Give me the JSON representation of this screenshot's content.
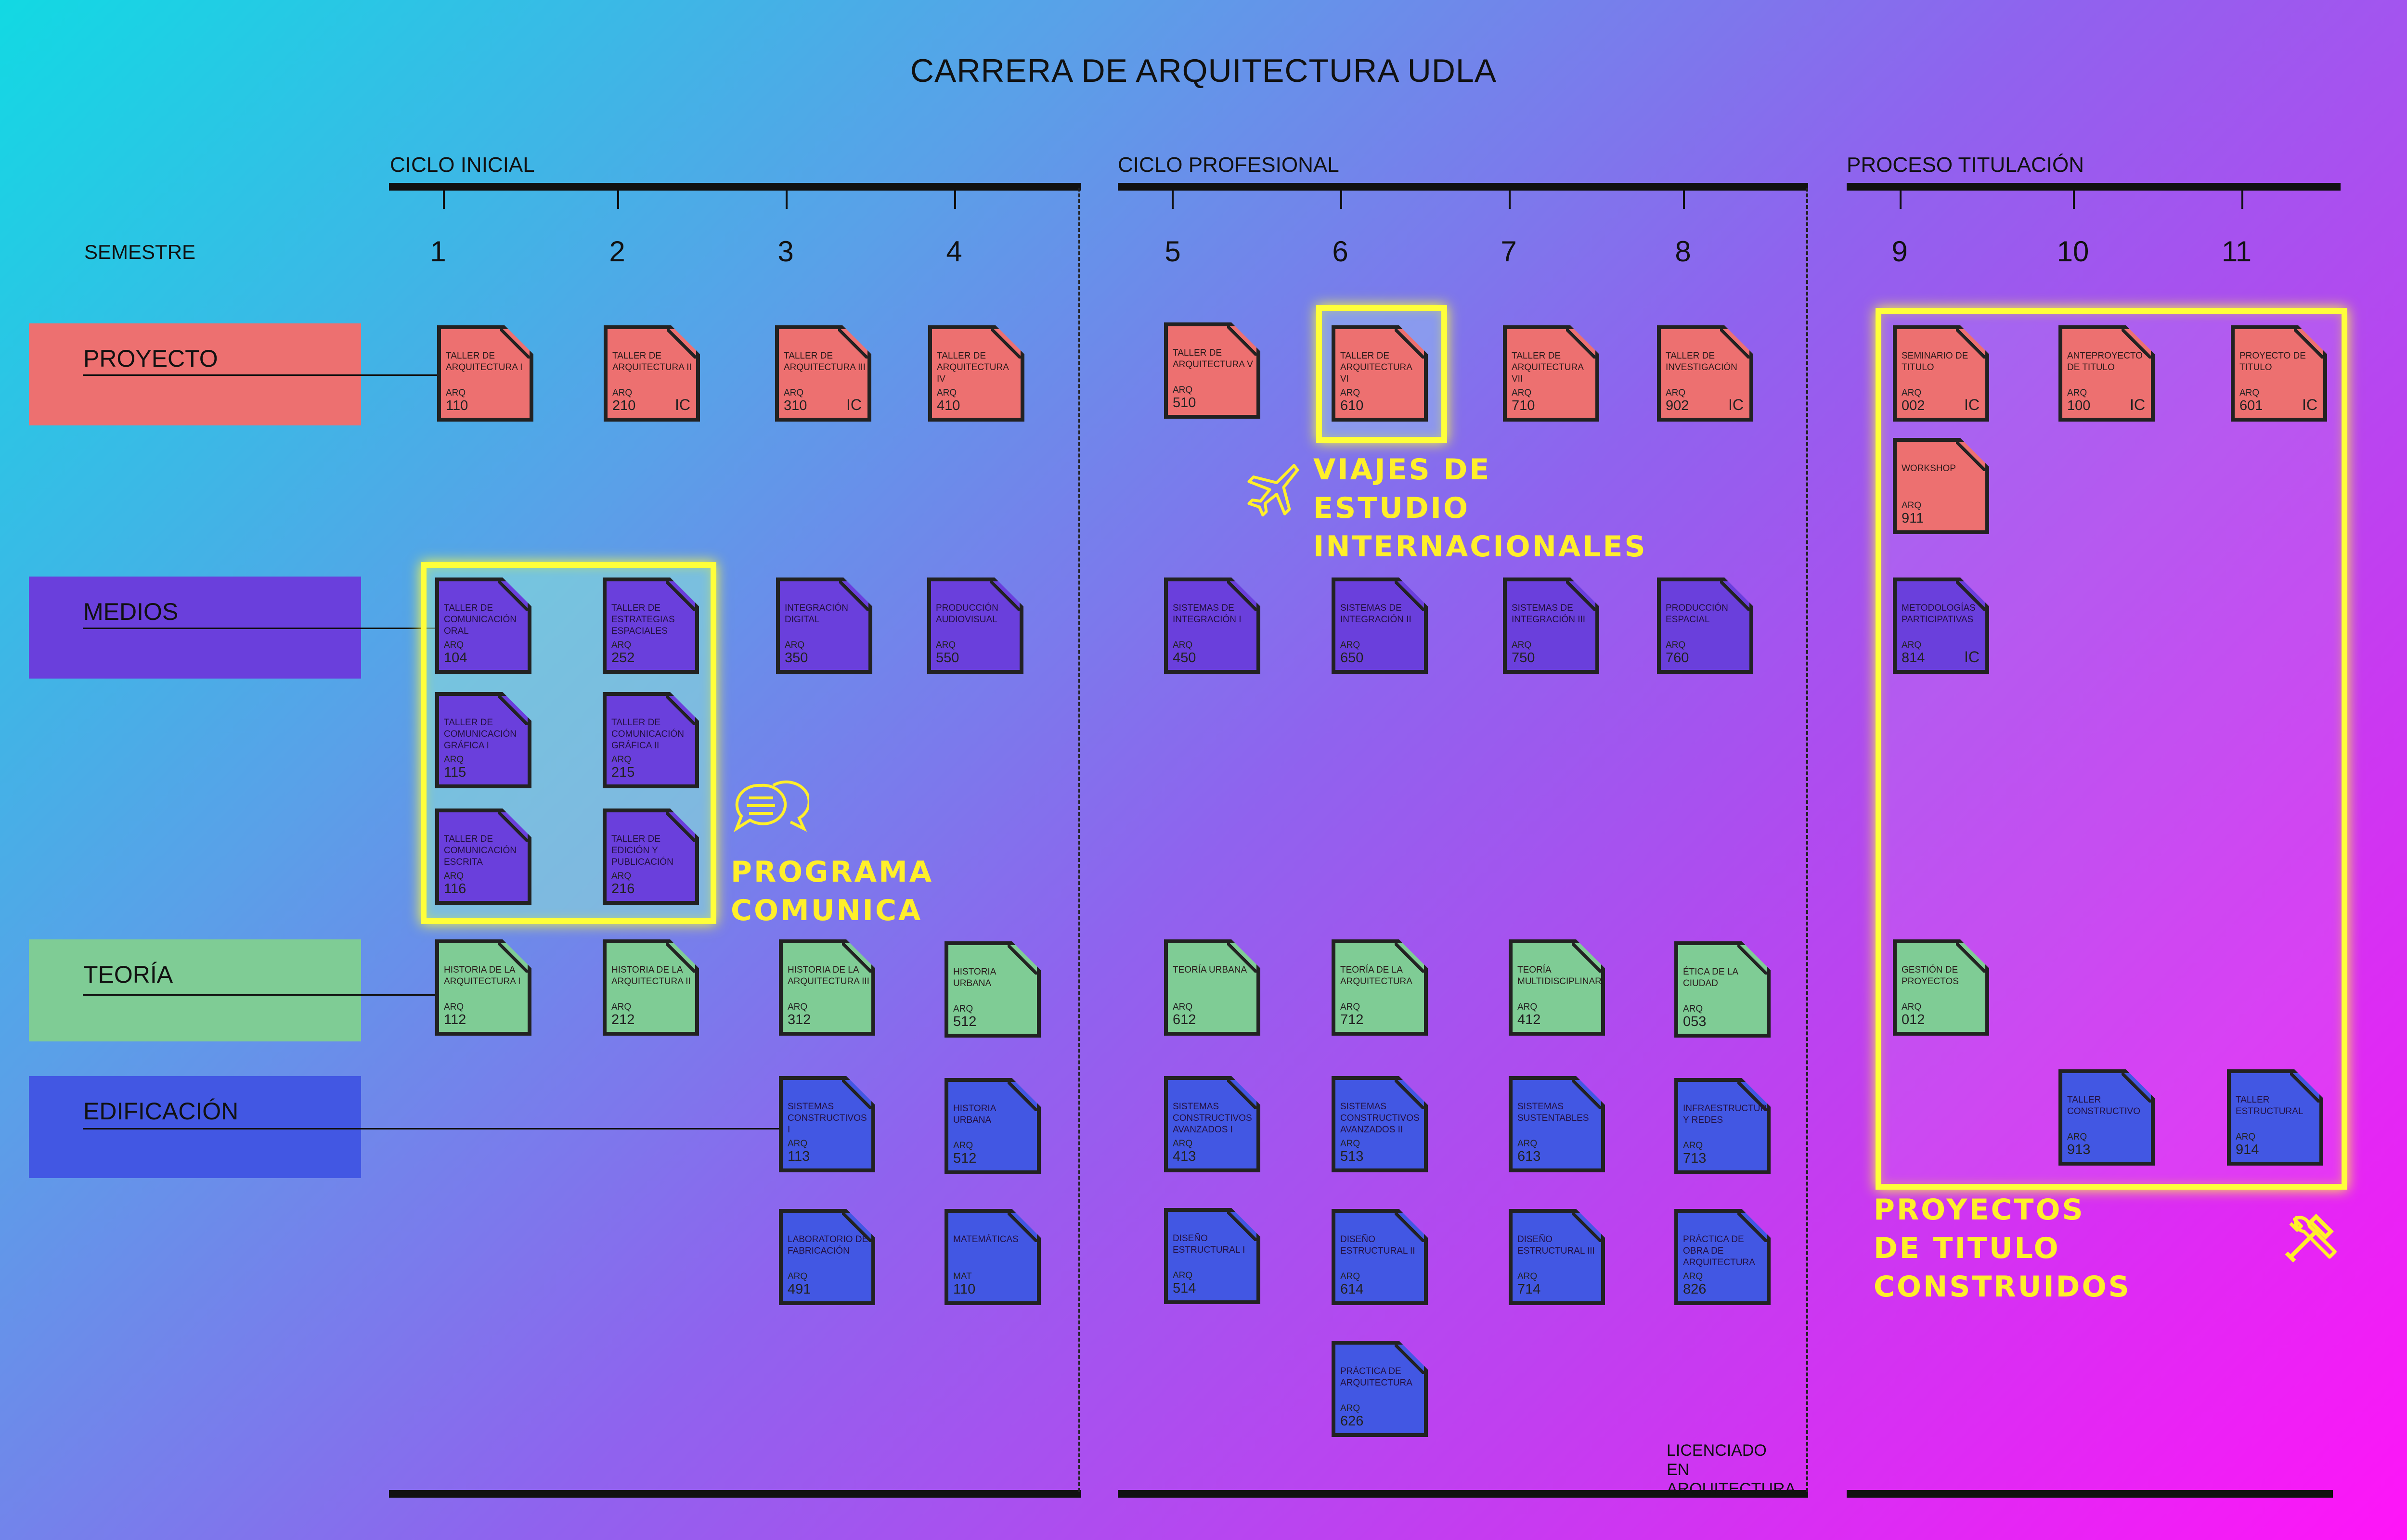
{
  "title": "CARRERA DE ARQUITECTURA UDLA",
  "semester_label": "SEMESTRE",
  "cycles": [
    {
      "label": "CICLO INICIAL"
    },
    {
      "label": "CICLO PROFESIONAL"
    },
    {
      "label": "PROCESO TITULACIÓN"
    }
  ],
  "semesters": [
    "1",
    "2",
    "3",
    "4",
    "5",
    "6",
    "7",
    "8",
    "9",
    "10",
    "11"
  ],
  "categories": [
    {
      "label": "PROYECTO",
      "color": "#ed7070"
    },
    {
      "label": "MEDIOS",
      "color": "#6a3fdc"
    },
    {
      "label": "TEORÍA",
      "color": "#7fcc95"
    },
    {
      "label": "EDIFICACIÓN",
      "color": "#4257e3"
    }
  ],
  "highlights": {
    "viajes": "VIAJES DE ESTUDIO INTERNACIONALES",
    "comunica": "PROGRAMA COMUNICA",
    "titulo": "PROYECTOS DE TITULO CONSTRUIDOS",
    "color": "#ffff3a"
  },
  "degree_label": "LICENCIADO EN ARQUITECTURA",
  "courses": [
    {
      "name": "TALLER DE ARQUITECTURA I",
      "prefix": "ARQ",
      "code": "110",
      "ic": ""
    },
    {
      "name": "TALLER DE ARQUITECTURA II",
      "prefix": "ARQ",
      "code": "210",
      "ic": "IC"
    },
    {
      "name": "TALLER DE ARQUITECTURA III",
      "prefix": "ARQ",
      "code": "310",
      "ic": "IC"
    },
    {
      "name": "TALLER DE ARQUITECTURA IV",
      "prefix": "ARQ",
      "code": "410",
      "ic": ""
    },
    {
      "name": "TALLER DE ARQUITECTURA V",
      "prefix": "ARQ",
      "code": "510",
      "ic": ""
    },
    {
      "name": "TALLER DE ARQUITECTURA VI",
      "prefix": "ARQ",
      "code": "610",
      "ic": ""
    },
    {
      "name": "TALLER DE ARQUITECTURA VII",
      "prefix": "ARQ",
      "code": "710",
      "ic": ""
    },
    {
      "name": "TALLER DE INVESTIGACIÓN",
      "prefix": "ARQ",
      "code": "902",
      "ic": "IC"
    },
    {
      "name": "SEMINARIO DE TITULO",
      "prefix": "ARQ",
      "code": "002",
      "ic": "IC"
    },
    {
      "name": "ANTEPROYECTO DE TITULO",
      "prefix": "ARQ",
      "code": "100",
      "ic": "IC"
    },
    {
      "name": "PROYECTO DE TITULO",
      "prefix": "ARQ",
      "code": "601",
      "ic": "IC"
    },
    {
      "name": "WORKSHOP",
      "prefix": "ARQ",
      "code": "911",
      "ic": ""
    },
    {
      "name": "TALLER DE COMUNICACIÓN ORAL",
      "prefix": "ARQ",
      "code": "104",
      "ic": ""
    },
    {
      "name": "TALLER DE ESTRATEGIAS ESPACIALES",
      "prefix": "ARQ",
      "code": "252",
      "ic": ""
    },
    {
      "name": "INTEGRACIÓN DIGITAL",
      "prefix": "ARQ",
      "code": "350",
      "ic": ""
    },
    {
      "name": "PRODUCCIÓN AUDIOVISUAL",
      "prefix": "ARQ",
      "code": "550",
      "ic": ""
    },
    {
      "name": "SISTEMAS DE INTEGRACIÓN I",
      "prefix": "ARQ",
      "code": "450",
      "ic": ""
    },
    {
      "name": "SISTEMAS DE INTEGRACIÓN II",
      "prefix": "ARQ",
      "code": "650",
      "ic": ""
    },
    {
      "name": "SISTEMAS DE INTEGRACIÓN III",
      "prefix": "ARQ",
      "code": "750",
      "ic": ""
    },
    {
      "name": "PRODUCCIÓN ESPACIAL",
      "prefix": "ARQ",
      "code": "760",
      "ic": ""
    },
    {
      "name": "METODOLOGÍAS PARTICIPATIVAS",
      "prefix": "ARQ",
      "code": "814",
      "ic": "IC"
    },
    {
      "name": "TALLER DE COMUNICACIÓN GRÁFICA I",
      "prefix": "ARQ",
      "code": "115",
      "ic": ""
    },
    {
      "name": "TALLER DE COMUNICACIÓN GRÁFICA II",
      "prefix": "ARQ",
      "code": "215",
      "ic": ""
    },
    {
      "name": "TALLER DE COMUNICACIÓN ESCRITA",
      "prefix": "ARQ",
      "code": "116",
      "ic": ""
    },
    {
      "name": "TALLER DE EDICIÓN Y PUBLICACIÓN",
      "prefix": "ARQ",
      "code": "216",
      "ic": ""
    },
    {
      "name": "HISTORIA DE LA ARQUITECTURA I",
      "prefix": "ARQ",
      "code": "112",
      "ic": ""
    },
    {
      "name": "HISTORIA DE LA ARQUITECTURA II",
      "prefix": "ARQ",
      "code": "212",
      "ic": ""
    },
    {
      "name": "HISTORIA DE LA ARQUITECTURA III",
      "prefix": "ARQ",
      "code": "312",
      "ic": ""
    },
    {
      "name": "HISTORIA URBANA",
      "prefix": "ARQ",
      "code": "512",
      "ic": ""
    },
    {
      "name": "TEORÍA URBANA",
      "prefix": "ARQ",
      "code": "612",
      "ic": ""
    },
    {
      "name": "TEORÍA DE LA ARQUITECTURA",
      "prefix": "ARQ",
      "code": "712",
      "ic": ""
    },
    {
      "name": "TEORÍA MULTIDISCIPLINAR",
      "prefix": "ARQ",
      "code": "412",
      "ic": ""
    },
    {
      "name": "ÉTICA DE LA CIUDAD",
      "prefix": "ARQ",
      "code": "053",
      "ic": ""
    },
    {
      "name": "GESTIÓN DE PROYECTOS",
      "prefix": "ARQ",
      "code": "012",
      "ic": ""
    },
    {
      "name": "SISTEMAS CONSTRUCTIVOS I",
      "prefix": "ARQ",
      "code": "113",
      "ic": ""
    },
    {
      "name": "HISTORIA URBANA",
      "prefix": "ARQ",
      "code": "512",
      "ic": ""
    },
    {
      "name": "SISTEMAS CONSTRUCTIVOS AVANZADOS I",
      "prefix": "ARQ",
      "code": "413",
      "ic": ""
    },
    {
      "name": "SISTEMAS CONSTRUCTIVOS AVANZADOS II",
      "prefix": "ARQ",
      "code": "513",
      "ic": ""
    },
    {
      "name": "SISTEMAS SUSTENTABLES",
      "prefix": "ARQ",
      "code": "613",
      "ic": ""
    },
    {
      "name": "INFRAESTRUCTURAS Y REDES",
      "prefix": "ARQ",
      "code": "713",
      "ic": ""
    },
    {
      "name": "TALLER CONSTRUCTIVO",
      "prefix": "ARQ",
      "code": "913",
      "ic": ""
    },
    {
      "name": "TALLER ESTRUCTURAL",
      "prefix": "ARQ",
      "code": "914",
      "ic": ""
    },
    {
      "name": "LABORATORIO DE FABRICACIÓN",
      "prefix": "ARQ",
      "code": "491",
      "ic": ""
    },
    {
      "name": "MATEMÁTICAS",
      "prefix": "MAT",
      "code": "110",
      "ic": ""
    },
    {
      "name": "DISEÑO ESTRUCTURAL I",
      "prefix": "ARQ",
      "code": "514",
      "ic": ""
    },
    {
      "name": "DISEÑO ESTRUCTURAL II",
      "prefix": "ARQ",
      "code": "614",
      "ic": ""
    },
    {
      "name": "DISEÑO ESTRUCTURAL III",
      "prefix": "ARQ",
      "code": "714",
      "ic": ""
    },
    {
      "name": "PRÁCTICA DE OBRA DE ARQUITECTURA",
      "prefix": "ARQ",
      "code": "826",
      "ic": ""
    },
    {
      "name": "PRÁCTICA DE ARQUITECTURA",
      "prefix": "ARQ",
      "code": "626",
      "ic": ""
    }
  ]
}
